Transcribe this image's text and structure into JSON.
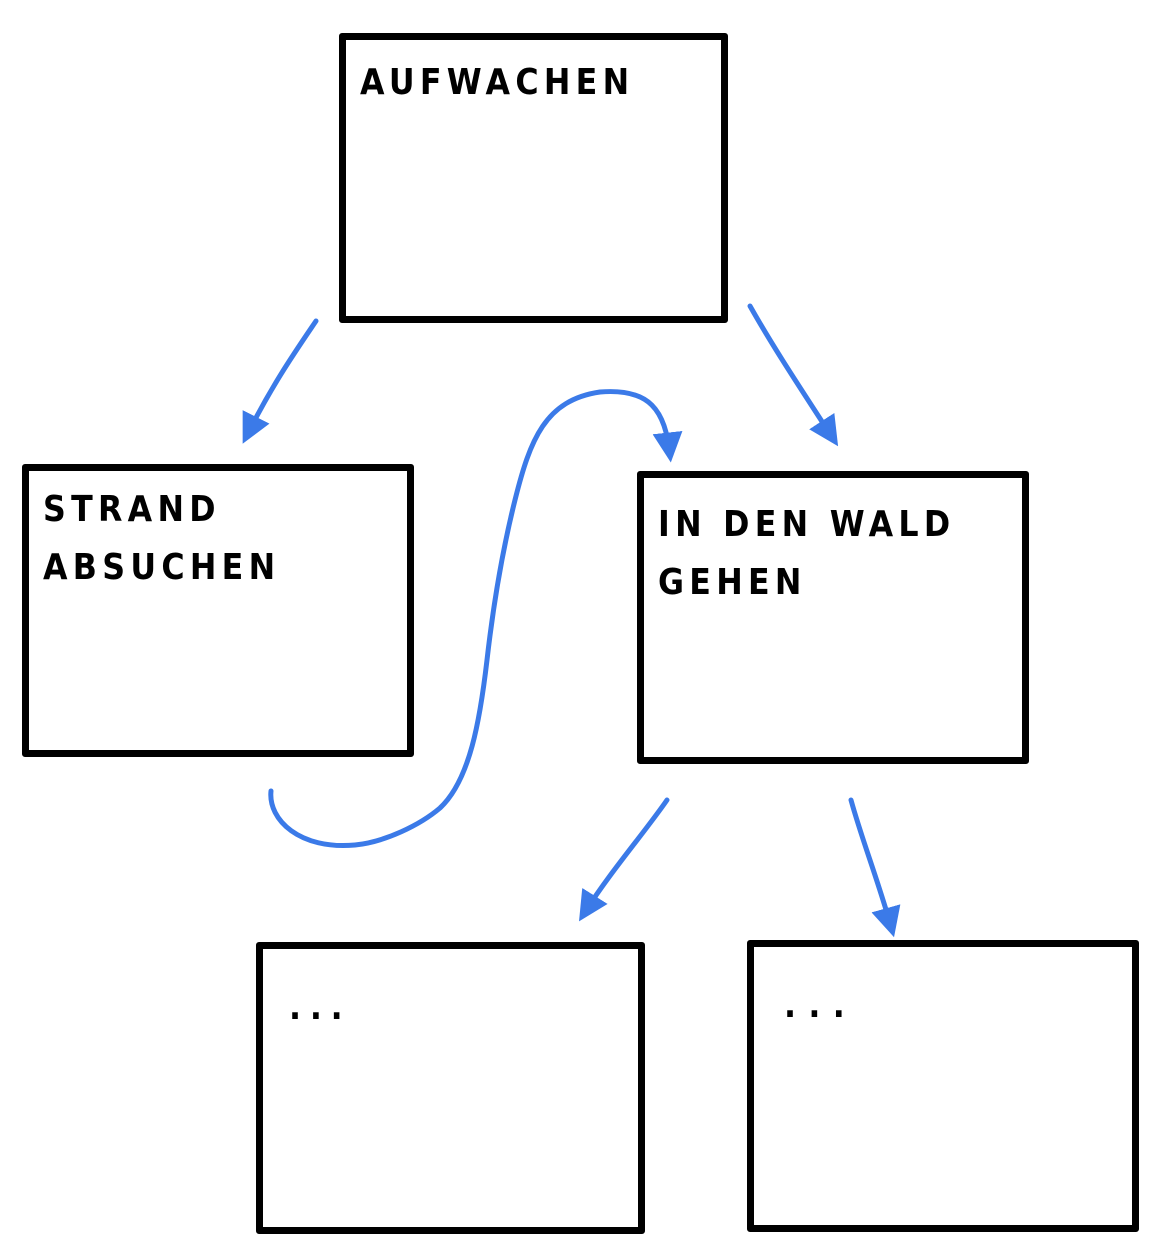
{
  "diagram": {
    "arrow_color": "#3b7ae8",
    "box_border_color": "#000000",
    "nodes": [
      {
        "id": "aufwachen",
        "label": "AUFWACHEN"
      },
      {
        "id": "strand",
        "label": "STRAND\nABSUCHEN"
      },
      {
        "id": "wald",
        "label": "IN DEN WALD\nGEHEN"
      },
      {
        "id": "next-left",
        "label": "..."
      },
      {
        "id": "next-right",
        "label": "..."
      }
    ],
    "edges": [
      {
        "from": "aufwachen",
        "to": "strand"
      },
      {
        "from": "aufwachen",
        "to": "wald"
      },
      {
        "from": "strand",
        "to": "wald"
      },
      {
        "from": "wald",
        "to": "next-left"
      },
      {
        "from": "wald",
        "to": "next-right"
      }
    ]
  }
}
